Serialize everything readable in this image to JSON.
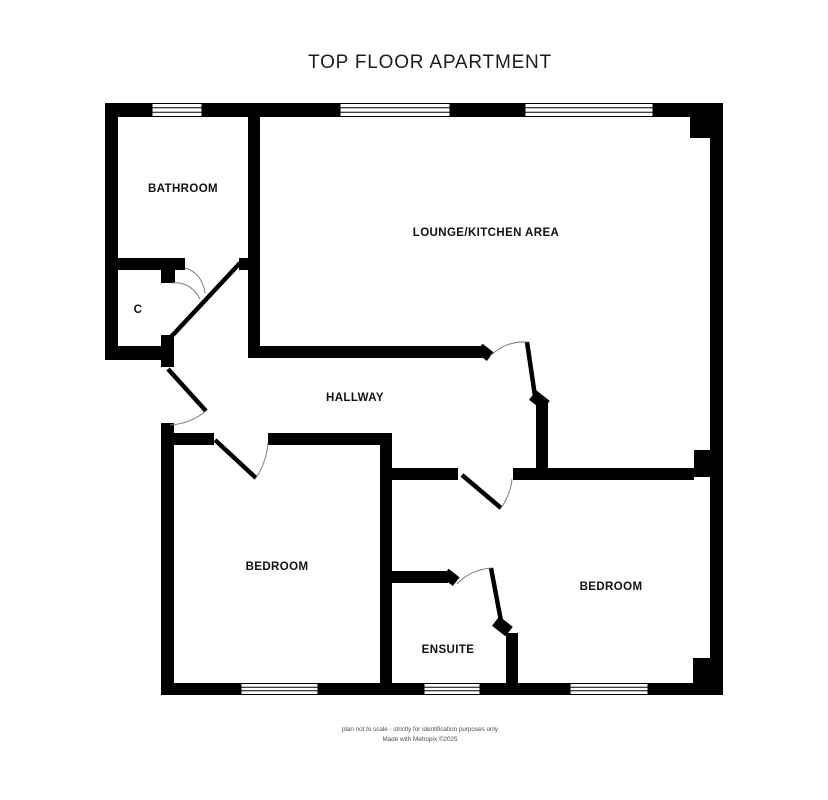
{
  "title": "TOP FLOOR APARTMENT",
  "plan": {
    "rooms": [
      {
        "id": "bathroom",
        "label": "BATHROOM"
      },
      {
        "id": "lounge-kitchen",
        "label": "LOUNGE/KITCHEN AREA"
      },
      {
        "id": "cupboard",
        "label": "C"
      },
      {
        "id": "hallway",
        "label": "HALLWAY"
      },
      {
        "id": "bedroom-left",
        "label": "BEDROOM"
      },
      {
        "id": "ensuite",
        "label": "ENSUITE"
      },
      {
        "id": "bedroom-right",
        "label": "BEDROOM"
      }
    ]
  },
  "footer": {
    "line1": "plan not to scale - strictly for identification purposes only",
    "line2": "Made with Metropix ©2025"
  },
  "colors": {
    "wall": "#000000",
    "background": "#ffffff",
    "label_text": "#111111",
    "footer_text": "#4f4f4f",
    "door_arc": "#7d7d7d"
  }
}
